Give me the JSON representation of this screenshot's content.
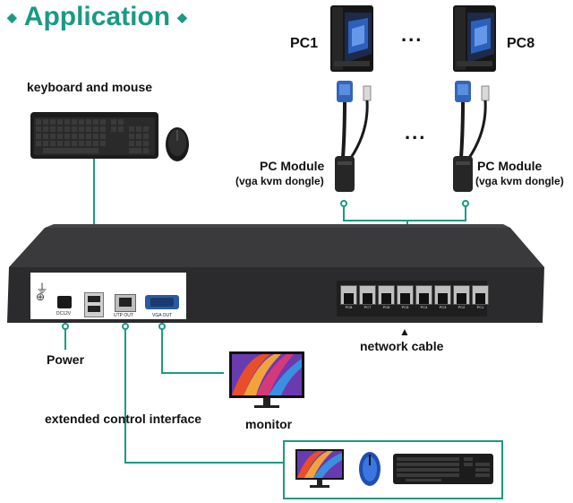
{
  "title": "Application",
  "labels": {
    "keyboard_mouse": "keyboard and mouse",
    "pc1": "PC1",
    "pc8": "PC8",
    "ellipsis": "...",
    "pc_module": "PC Module",
    "pc_module_sub": "(vga kvm dongle)",
    "power": "Power",
    "network_cable": "network cable",
    "monitor": "monitor",
    "extended_control": "extended control interface"
  },
  "panel_labels": {
    "dc": "DC12V",
    "utp_out": "UTP OUT",
    "vga_out": "VGA OUT",
    "ports": [
      "PC8",
      "PC7",
      "PC6",
      "PC5",
      "PC4",
      "PC3",
      "PC2",
      "PC1"
    ]
  },
  "colors": {
    "accent": "#1a9a83",
    "chassis": "#2b2b2d",
    "port_panel": "#ffffff",
    "connector_blue": "#2c5aa0"
  },
  "icons": [
    "bullet-diamond-icon",
    "tower-pc-icon",
    "vga-dongle-icon",
    "keyboard-icon",
    "mouse-icon",
    "monitor-icon",
    "kvm-switch-icon",
    "ethernet-port-icon",
    "usb-port-icon",
    "vga-port-icon",
    "power-jack-icon",
    "ground-symbol-icon"
  ]
}
